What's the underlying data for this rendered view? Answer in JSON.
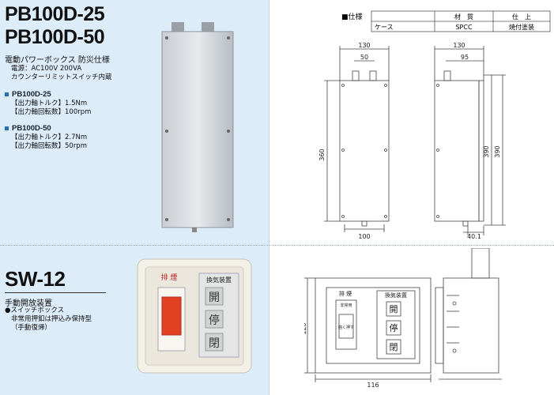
{
  "pb": {
    "title1": "PB100D-25",
    "title2": "PB100D-50",
    "subtitle": "電動パワーボックス 防災仕様",
    "spec_line1": "電源：AC100V 200VA",
    "spec_line2": "カウンターリミットスイッチ内蔵",
    "model1": {
      "name": "PB100D-25",
      "torque": "【出力軸トルク】1.5Nm",
      "rpm": "【出力軸回転数】100rpm"
    },
    "model2": {
      "name": "PB100D-50",
      "torque": "【出力軸トルク】2.7Nm",
      "rpm": "【出力軸回転数】50rpm"
    }
  },
  "sw": {
    "title": "SW-12",
    "subtitle": "手動開放装置",
    "bullet": "●スイッチボックス",
    "desc1": "非常用押釦は押込み保持型",
    "desc2": "（手動復帰）",
    "panel_left_label": "排 煙",
    "panel_right_label": "換気装置",
    "btn_open": "開",
    "btn_stop": "停",
    "btn_close": "閉"
  },
  "spec_table": {
    "heading": "■仕様",
    "col1": "材　質",
    "col2": "仕　上",
    "row_label": "ケース",
    "material": "SPCC",
    "finish": "焼付塗装"
  },
  "dims_pb": {
    "front_width": "130",
    "front_inner": "50",
    "front_height": "360",
    "front_bottom": "100",
    "side_width": "130",
    "side_inner": "95",
    "side_h1": "390",
    "side_h2": "390",
    "side_bottom": "40.1"
  },
  "dims_sw": {
    "height": "120",
    "width": "116",
    "draw_left_label": "排 煙",
    "draw_small": "非常用",
    "draw_push": "強く押す",
    "draw_right_label": "換気装置",
    "draw_open": "開",
    "draw_stop": "停",
    "draw_close": "閉"
  }
}
